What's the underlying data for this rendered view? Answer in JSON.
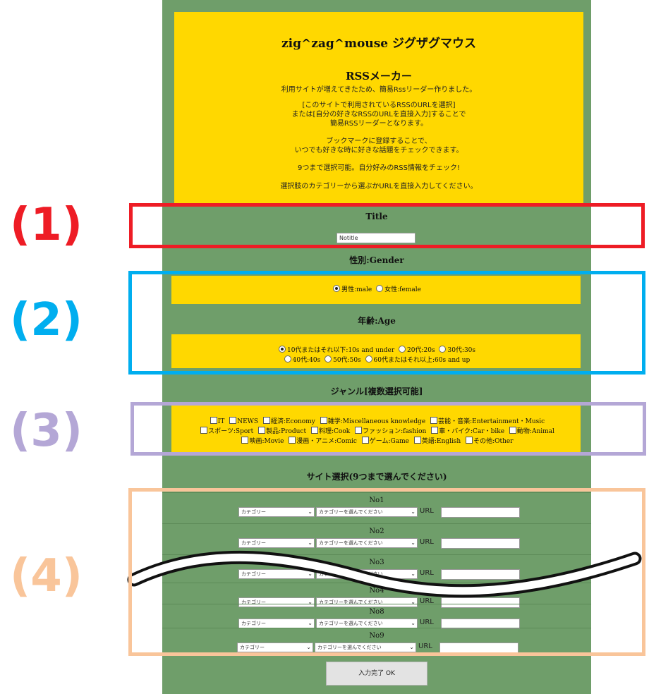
{
  "header": {
    "title": "zig^zag^mouse ジグザグマウス",
    "subtitle": "RSSメーカー",
    "p1": "利用サイトが増えてきたため、簡易Rssリーダー作りました。",
    "p2a": "[このサイトで利用されているRSSのURLを選択]",
    "p2b": "または[自分の好きなRSSのURLを直接入力]することで",
    "p2c": "簡易RSSリーダーとなります。",
    "p3a": "ブックマークに登録することで、",
    "p3b": "いつでも好きな時に好きな話題をチェックできます。",
    "p4": "9つまで選択可能。自分好みのRSS情報をチェック!",
    "p5": "選択肢のカテゴリーから選ぶかURLを直接入力してください。"
  },
  "title_section": {
    "label": "Title",
    "value": "Notitle"
  },
  "gender": {
    "label": "性別:Gender",
    "male": "男性:male",
    "female": "女性:female",
    "selected": "male"
  },
  "age": {
    "label": "年齢:Age",
    "options": [
      "10代またはそれ以下:10s and under",
      "20代:20s",
      "30代:30s",
      "40代:40s",
      "50代:50s",
      "60代またはそれ以上:60s and up"
    ],
    "selected": 0
  },
  "genre": {
    "label": "ジャンル[複数選択可能]",
    "options": [
      "IT",
      "NEWS",
      "経済:Economy",
      "雑学:Miscellaneous knowledge",
      "芸能・音楽:Entertainment・Music",
      "スポーツ:Sport",
      "製品:Product",
      "料理:Cook",
      "ファッション:fashion",
      "車・バイク:Car・bike",
      "動物:Animal",
      "映画:Movie",
      "漫画・アニメ:Comic",
      "ゲーム:Game",
      "英語:English",
      "その他:Other"
    ]
  },
  "sites": {
    "label": "サイト選択(9つまで選んでください)",
    "category_placeholder": "カテゴリー",
    "site_placeholder": "カテゴリーを選んでください",
    "url_label": "URL",
    "rows": [
      "No1",
      "No2",
      "No3",
      "No4",
      "No8",
      "No9"
    ]
  },
  "submit_label": "入力完了 OK",
  "annotations": {
    "n1": "(1)",
    "n2": "(2)",
    "n3": "(3)",
    "n4": "(4)",
    "colors": {
      "n1": "#ee1c25",
      "n2": "#00aeef",
      "n3": "#b4a7d6",
      "n4": "#f9c59a"
    }
  },
  "colors": {
    "panel": "#6f9e6a",
    "yellow": "#ffd800"
  }
}
